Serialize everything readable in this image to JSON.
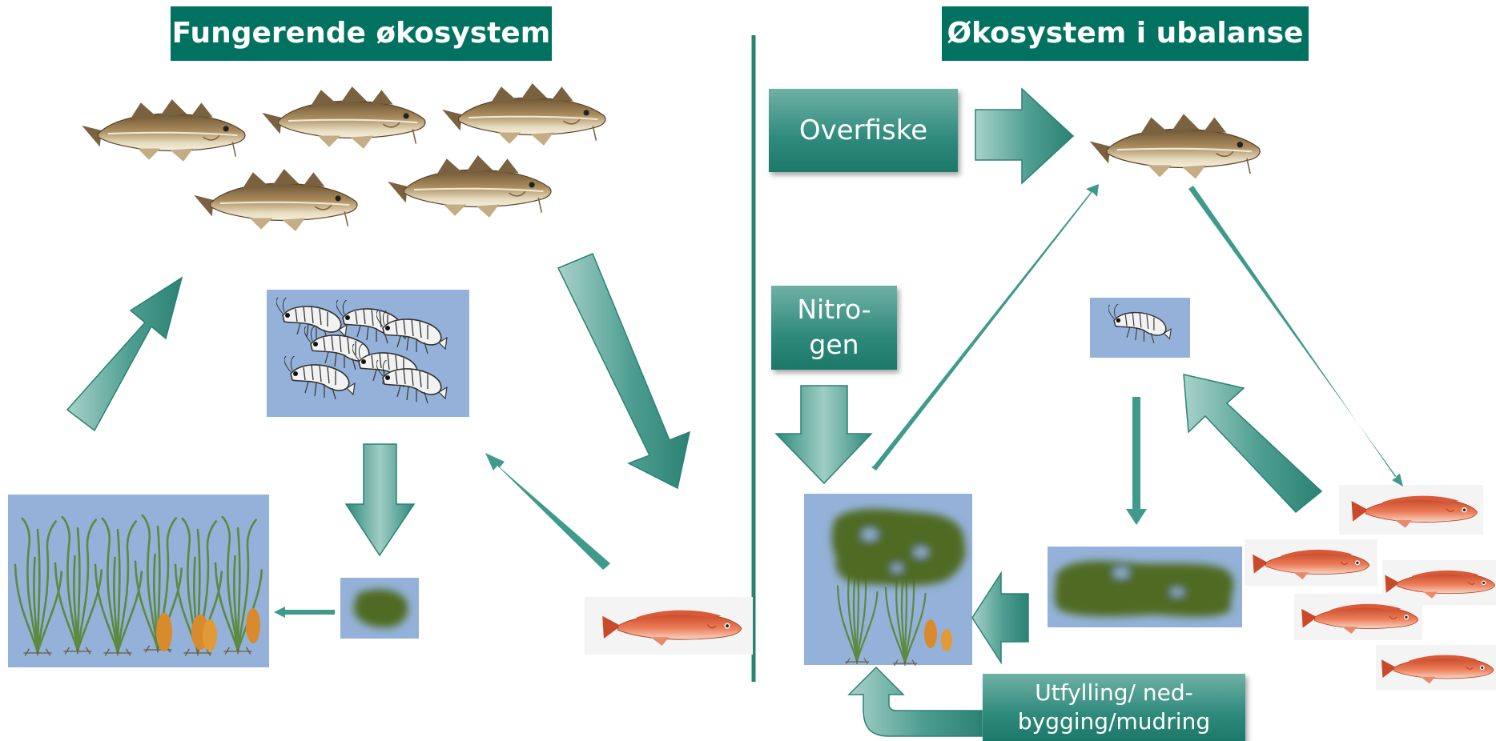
{
  "left": {
    "title": "Fungerende økosystem"
  },
  "right": {
    "title": "Økosystem i ubalanse",
    "overfishing_label": "Overfiske",
    "nitrogen_line1": "Nitro-",
    "nitrogen_line2": "gen",
    "filling_line1": "Utfylling/ ned-",
    "filling_line2": "bygging/mudring"
  },
  "colors": {
    "title_bg": "#00725f",
    "arrow_teal": "#3f9a8c",
    "panel_blue": "#94b2d9",
    "algae_green": "#4f6a22",
    "seagrass": "#5c8a3e",
    "cod": "#a88a5c",
    "wrasse": "#e0704a"
  }
}
